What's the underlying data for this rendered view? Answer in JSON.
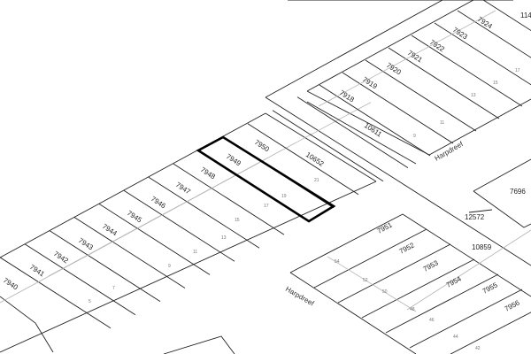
{
  "map": {
    "highlight_color": "#000000",
    "block_a": {
      "lots": [
        "7940",
        "7941",
        "7942",
        "7943",
        "7944",
        "7945",
        "7946",
        "7947",
        "7948",
        "7949",
        "7950",
        "10652"
      ],
      "house_numbers": [
        "21",
        "19",
        "17",
        "15",
        "13",
        "11",
        "9",
        "7",
        "5"
      ]
    },
    "block_b": {
      "lots": [
        "7918",
        "7919",
        "7920",
        "7921",
        "7922",
        "7923",
        "7924"
      ],
      "strip": "10611",
      "edge_label": "114",
      "house_numbers": [
        "9",
        "11",
        "13",
        "15",
        "17"
      ]
    },
    "block_c": {
      "lots": [
        "7951",
        "7952",
        "7953",
        "7954",
        "7955",
        "7956"
      ],
      "house_numbers": [
        "54",
        "52",
        "50",
        "48",
        "46",
        "44",
        "42"
      ],
      "red_house_color": "#b03030"
    },
    "other_parcels": [
      "7696",
      "12572",
      "10859"
    ],
    "streets": [
      "Harpdreef",
      "Harpdreef"
    ],
    "selected_parcel": "7949"
  }
}
